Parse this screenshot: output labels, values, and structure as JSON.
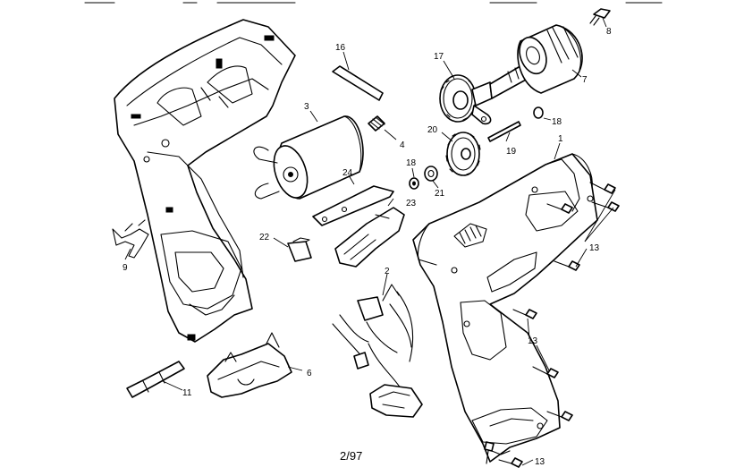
{
  "page_number": "2/97",
  "callouts": {
    "c1": "1",
    "c2": "2",
    "c3": "3",
    "c4": "4",
    "c6": "6",
    "c7": "7",
    "c8": "8",
    "c9": "9",
    "c11": "11",
    "c13": "13",
    "c16": "16",
    "c17": "17",
    "c18": "18",
    "c19": "19",
    "c20": "20",
    "c21": "21",
    "c22": "22",
    "c23": "23",
    "c24": "24"
  }
}
